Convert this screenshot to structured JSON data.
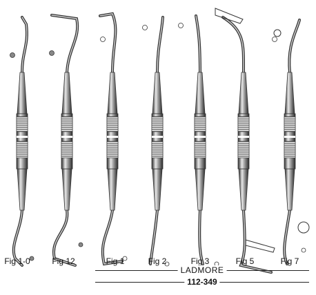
{
  "figures": [
    {
      "id": "fig-1-0",
      "label": "Fig 1-0",
      "tool": "ball-burnisher-icon"
    },
    {
      "id": "fig-12",
      "label": "Fig 12",
      "tool": "angled-burnisher-icon"
    },
    {
      "id": "fig-1",
      "label": "Fig 1",
      "tool": "curved-plugger-icon"
    },
    {
      "id": "fig-2",
      "label": "Fig 2",
      "tool": "small-plugger-icon"
    },
    {
      "id": "fig-3",
      "label": "Fig 3",
      "tool": "spatula-icon"
    },
    {
      "id": "fig-5",
      "label": "Fig 5",
      "tool": "flat-carver-icon"
    },
    {
      "id": "fig-7",
      "label": "Fig 7",
      "tool": "large-plugger-icon"
    }
  ],
  "brand": "LADMORE",
  "catalog_number": "112-349",
  "colors": {
    "steel_dark": "#3a3a3a",
    "steel_light": "#d8d8d8",
    "line": "#222222"
  }
}
